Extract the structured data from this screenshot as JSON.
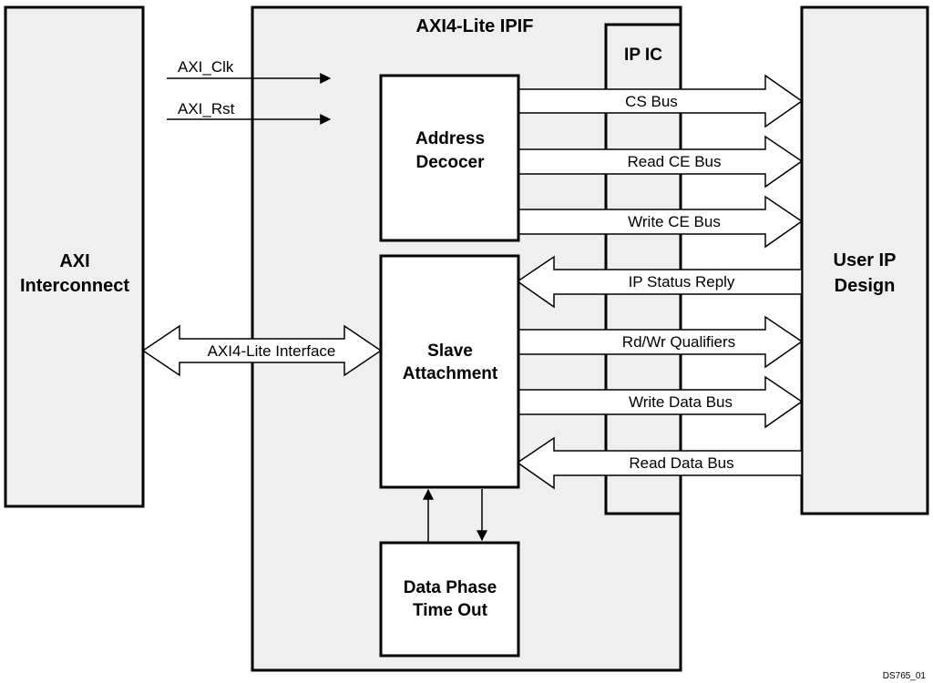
{
  "blocks": {
    "axi_interconnect": {
      "lines": [
        "AXI",
        "Interconnect"
      ]
    },
    "ipif": {
      "title": "AXI4-Lite IPIF"
    },
    "ipic": {
      "title": "IP IC"
    },
    "user_ip": {
      "lines": [
        "User IP",
        "Design"
      ]
    },
    "address_decoder": {
      "lines": [
        "Address",
        "Decocer"
      ]
    },
    "slave_attachment": {
      "lines": [
        "Slave",
        "Attachment"
      ]
    },
    "data_phase_timeout": {
      "lines": [
        "Data Phase",
        "Time Out"
      ]
    }
  },
  "signals": {
    "clk": "AXI_Clk",
    "rst": "AXI_Rst",
    "axi_interface": "AXI4-Lite Interface"
  },
  "buses": [
    {
      "label": "CS Bus",
      "direction": "right"
    },
    {
      "label": "Read CE Bus",
      "direction": "right"
    },
    {
      "label": "Write CE Bus",
      "direction": "right"
    },
    {
      "label": "IP Status Reply",
      "direction": "left"
    },
    {
      "label": "Rd/Wr Qualifiers",
      "direction": "right"
    },
    {
      "label": "Write Data Bus",
      "direction": "right"
    },
    {
      "label": "Read Data Bus",
      "direction": "left"
    }
  ],
  "footer": {
    "figure_id": "DS765_01"
  },
  "colors": {
    "block_fill": "#efefef",
    "stroke": "#000000",
    "arrow_fill": "#ffffff"
  }
}
